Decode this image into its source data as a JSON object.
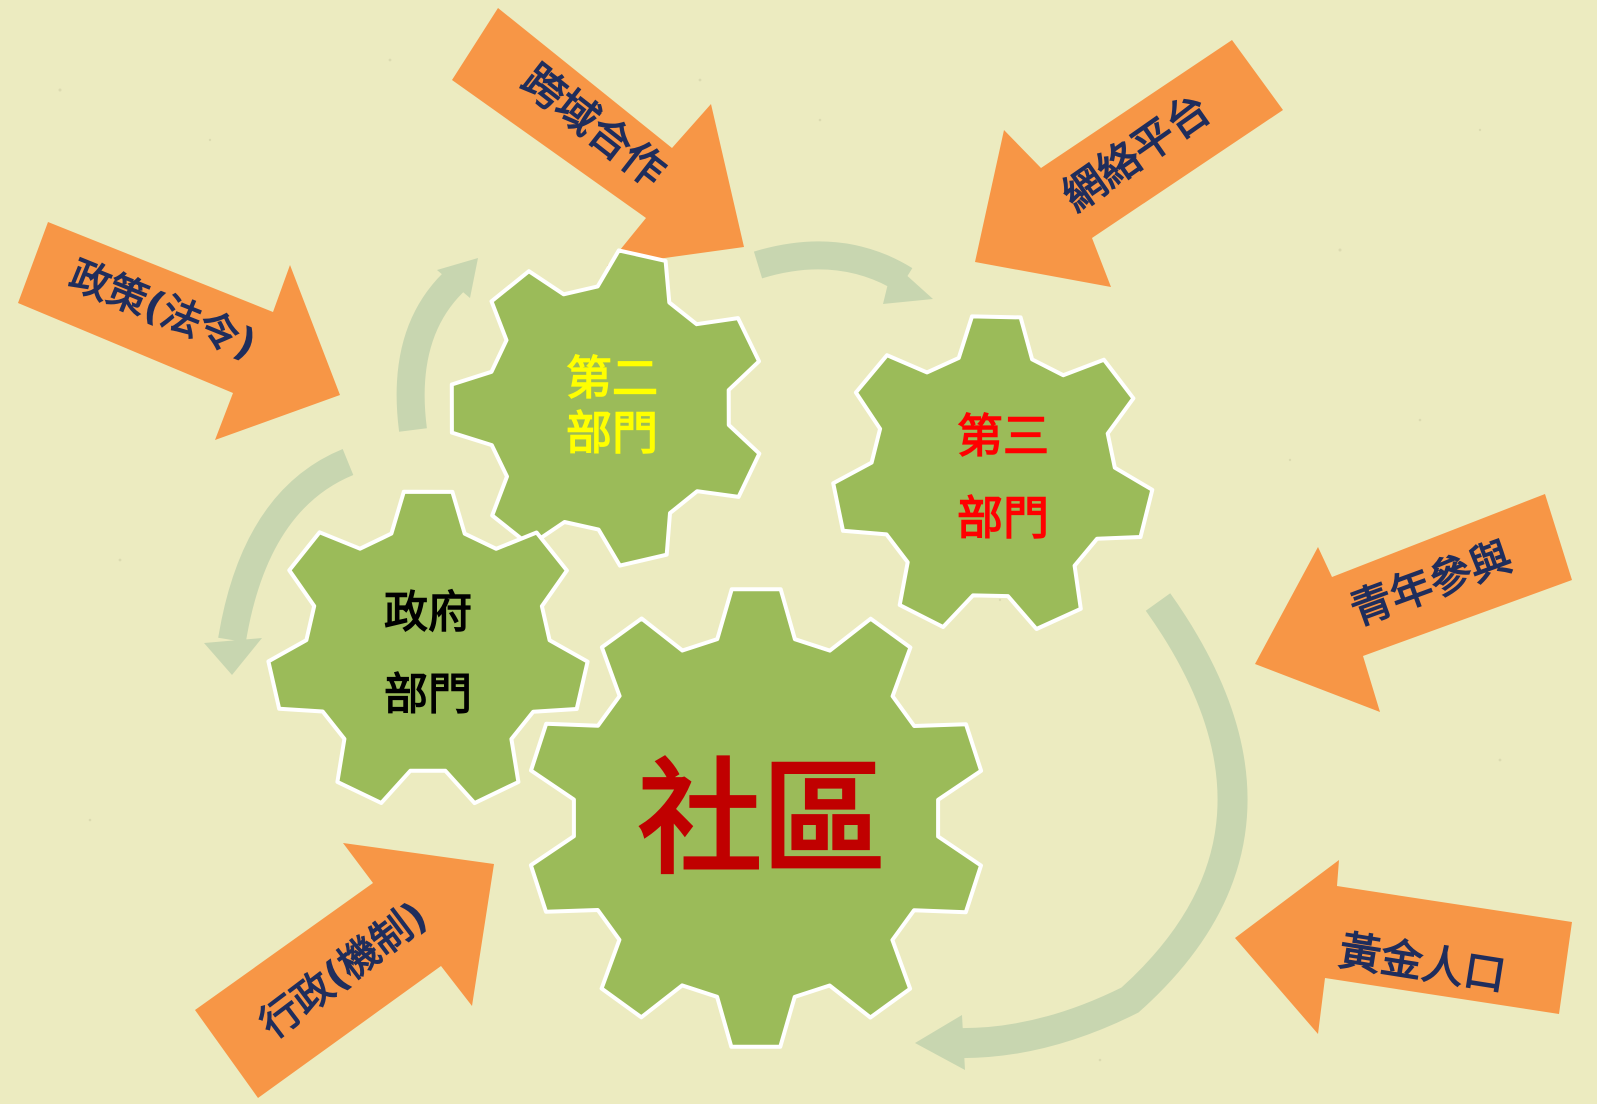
{
  "colors": {
    "background": "#ecebc0",
    "gear_fill": "#9bbb59",
    "gear_outline": "#ffffff",
    "arrow_fill": "#f79646",
    "arrow_text": "#1f2d5c",
    "cycle_arrow": "#c8d6b0",
    "gear_second_text": "#ffff00",
    "gear_third_text": "#ff0000",
    "gear_gov_text": "#000000",
    "gear_community_text": "#c00000"
  },
  "gears": {
    "second": {
      "line1": "第二",
      "line2": "部門"
    },
    "third": {
      "line1": "第三",
      "line2": "部門"
    },
    "government": {
      "line1": "政府",
      "line2": "部門"
    },
    "community": {
      "label": "社區"
    }
  },
  "arrows": {
    "cross_domain": "跨域合作",
    "network_platform": "網絡平台",
    "policy": "政策(法令)",
    "youth": "青年參與",
    "golden_population": "黃金人口",
    "administration": "行政(機制)"
  }
}
